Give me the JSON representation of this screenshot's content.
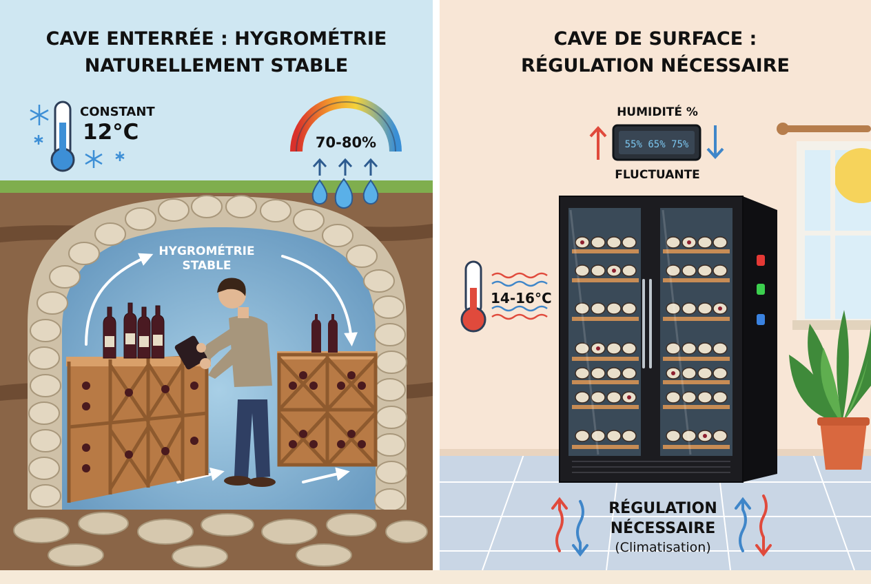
{
  "left": {
    "title_line1": "CAVE ENTERRÉE : HYGROMÉTRIE",
    "title_line2": "NATURELLEMENT STABLE",
    "temp_label": "CONSTANT",
    "temp_value": "12°C",
    "humidity_value": "70-80%",
    "air_label_line1": "HYGROMÉTRIE",
    "air_label_line2": "STABLE"
  },
  "right": {
    "title_line1": "CAVE DE SURFACE :",
    "title_line2": "RÉGULATION NÉCESSAIRE",
    "humidity_label": "HUMIDITÉ %",
    "display_values": "55% 65% 75%",
    "humidity_state": "FLUCTUANTE",
    "temp_value": "14-16°C",
    "regulation_line1": "RÉGULATION",
    "regulation_line2": "NÉCESSAIRE",
    "regulation_line3": "(Climatisation)"
  },
  "colors": {
    "left_sky": "#cfe7f2",
    "right_wall": "#f8e6d6",
    "soil": "#8a6547",
    "stone": "#d9cbb4",
    "rack_wood": "#c98c52",
    "cabinet": "#1c1c20",
    "accent_red": "#e04a3c",
    "accent_blue": "#3f86c9"
  }
}
